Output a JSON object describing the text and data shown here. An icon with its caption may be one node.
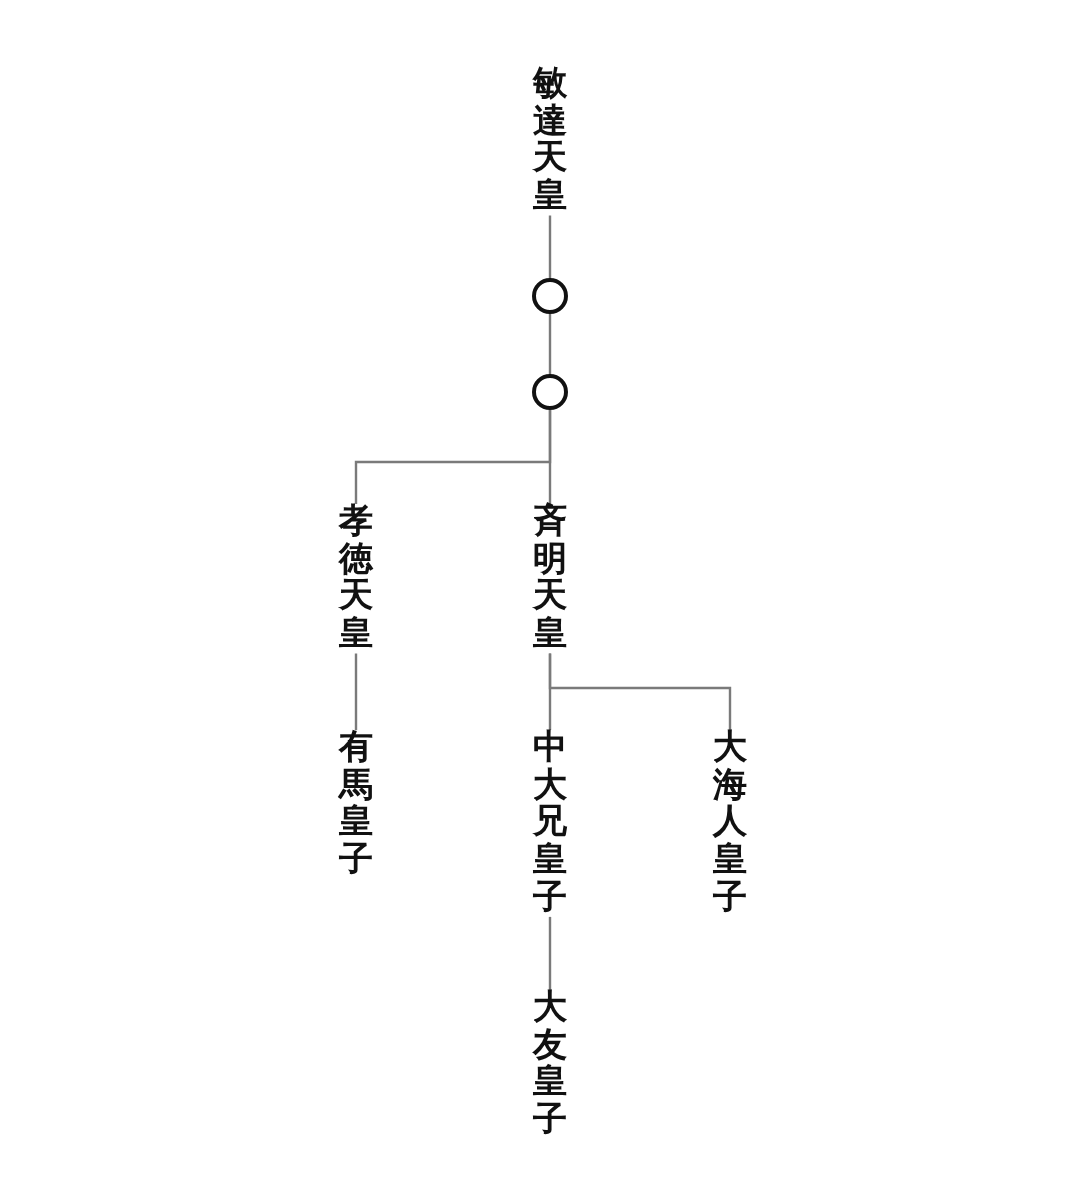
{
  "diagram": {
    "nodes": [
      {
        "text": [
          "敏達天皇"
        ]
      },
      {
        "text": [],
        "shape": "circle"
      },
      {
        "text": [],
        "shape": "circle"
      },
      {
        "text": [
          "孝徳天皇"
        ]
      },
      {
        "text": [
          "斉明天皇"
        ]
      },
      {
        "text": [
          "有馬皇子"
        ]
      },
      {
        "text": [
          "中大兄皇子"
        ]
      },
      {
        "text": [
          "大海人皇子"
        ]
      },
      {
        "text": [
          "大友皇子"
        ]
      }
    ],
    "edges": [
      {
        "from": 0,
        "to": 1,
        "arrow": "none"
      },
      {
        "from": 1,
        "to": 2,
        "arrow": "none"
      },
      {
        "from": 2,
        "to": 3,
        "arrow": "none"
      },
      {
        "from": 2,
        "to": 4,
        "arrow": "none"
      },
      {
        "from": 3,
        "to": 5,
        "arrow": "none"
      },
      {
        "from": 4,
        "to": 6,
        "arrow": "none"
      },
      {
        "from": 4,
        "to": 7,
        "arrow": "none"
      },
      {
        "from": 6,
        "to": 8,
        "arrow": "none"
      }
    ]
  }
}
